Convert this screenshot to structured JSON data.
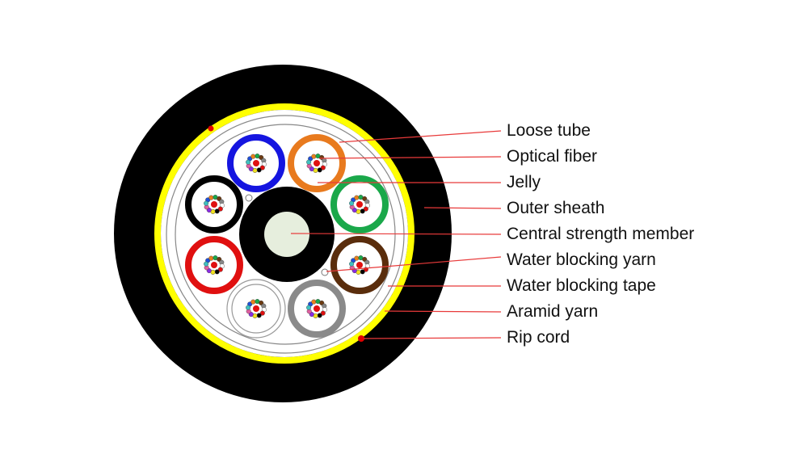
{
  "title": "Cable cross-section",
  "labels": [
    "Loose tube",
    "Optical fiber",
    "Jelly",
    "Outer sheath",
    "Central strength member",
    "Water blocking yarn",
    "Water blocking tape",
    "Aramid yarn",
    "Rip cord"
  ],
  "colors": {
    "sheath": "#000000",
    "aramid": "#ffff00",
    "leader": "#e83a3a",
    "rip_cord": "#e00000",
    "strength_member": "#e6eedd",
    "tubes": [
      "#1515e0",
      "#e87a1e",
      "#1aa84a",
      "#5a2d0c",
      "#8a8a8a",
      "#ffffff",
      "#e01010",
      "#000000"
    ],
    "fibers": [
      "#1f4fd8",
      "#e8801e",
      "#1aa84a",
      "#6b3a12",
      "#888888",
      "#ffffff",
      "#e01010",
      "#000000",
      "#f0e020",
      "#8a2be2",
      "#e060a0",
      "#40c0c0"
    ]
  }
}
